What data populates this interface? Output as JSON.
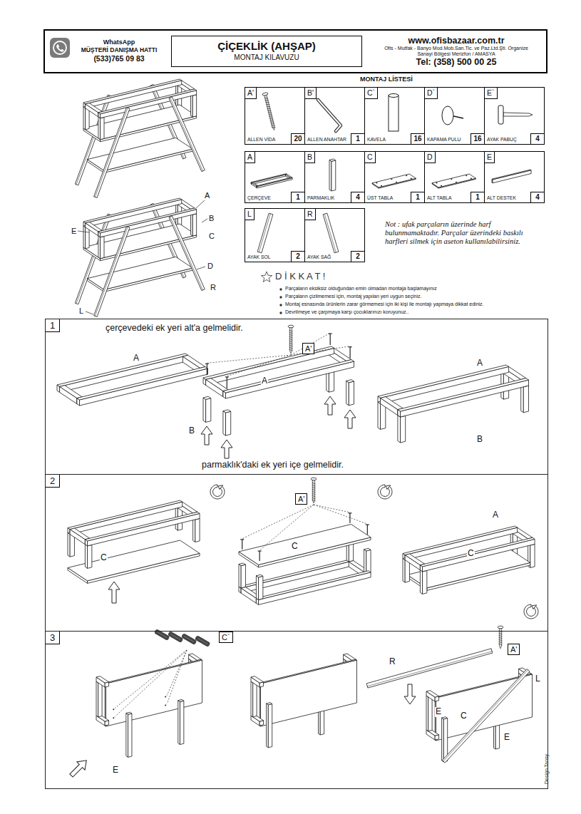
{
  "diagram": {
    "nodes": [
      {
        "text": [
          "WhatsApp",
          "MÜŞTERİ DANIŞMA HATTI",
          "(533)765 09 83"
        ]
      },
      {
        "text": [
          "ÇİÇEKLİK (AHŞAP)",
          "MONTAJ KILAVUZU"
        ]
      },
      {
        "text": [
          "www.ofisbazaar.com.tr",
          "Ofis - Mutfak - Banyo Mod.Mob.San.Tic. ve Paz.Ltd.Şti. Organize Sanayi Bölgesi Merizfon / AMASYA",
          "Tel: (358) 500 00 25"
        ]
      },
      {
        "text": [
          "A'",
          "ALLEN VİDA",
          "20"
        ]
      },
      {
        "text": [
          "B'",
          "ALLEN ANAHTAR",
          "1"
        ]
      },
      {
        "text": [
          "C`",
          "KAVELA",
          "16"
        ]
      },
      {
        "text": [
          "D`",
          "KAPAMA PULU",
          "16"
        ]
      },
      {
        "text": [
          "E`",
          "AYAK PABUÇ",
          "4"
        ]
      },
      {
        "text": [
          "A",
          "ÇERÇEVE",
          "1"
        ]
      },
      {
        "text": [
          "B",
          "PARMAKLIK",
          "4"
        ]
      },
      {
        "text": [
          "C",
          "ÜST TABLA",
          "1"
        ]
      },
      {
        "text": [
          "D",
          "ALT TABLA",
          "1"
        ]
      },
      {
        "text": [
          "E",
          "ALT DESTEK",
          "4"
        ]
      },
      {
        "text": [
          "L",
          "AYAK SOL",
          "2"
        ]
      },
      {
        "text": [
          "R",
          "AYAK SAĞ",
          "2"
        ]
      },
      {
        "text": [
          "1"
        ]
      },
      {
        "text": [
          "2"
        ]
      },
      {
        "text": [
          "3"
        ]
      }
    ],
    "labels": [
      "MONTAJ LİSTESİ",
      "A",
      "B",
      "E",
      "C",
      "D",
      "L",
      "R",
      "Not : ufak parçaların üzerinde harf bulunmamaktadır. Parçalar üzerindeki baskılı harfleri silmek için aseton kullanılabilirsiniz.",
      "D İ K K A T !",
      "Parçaların eksiksiz olduğundan emin olmadan montaja başlamayınız",
      "Parçaların çizilmemesi için, montaj yapılan yeri uygun seçiniz.",
      "Montaj esnasında ürünlerin zarar görmemesi için iki kişi ile montajı yapmaya dikkat ediniz.",
      "Devrilmeye ve çarpmaya karşı çocuklarınızı koruyunuz..",
      "çerçevedeki ek yeri alt'a gelmelidir.",
      "A",
      "A'",
      "A",
      "B",
      "A",
      "B",
      "parmaklık'daki ek yeri içe gelmelidir.",
      "C",
      "A'",
      "C",
      "A",
      "C",
      "C`",
      "E",
      "R",
      "A'",
      "L",
      "E",
      "C",
      "E",
      "Design Tansy"
    ]
  }
}
